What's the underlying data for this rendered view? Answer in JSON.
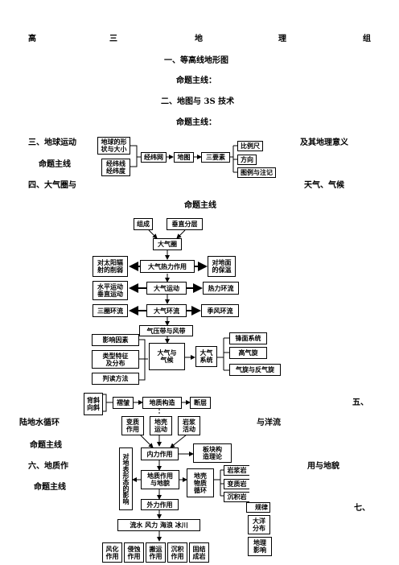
{
  "header": {
    "chars": [
      "高",
      "三",
      "地",
      "理",
      "组"
    ]
  },
  "sections": {
    "s1_title": "一、等高线地形图",
    "s1_line": "命题主线：",
    "s2_title": "二、地图与 3S 技术",
    "s2_line": "命题主线：",
    "s3_left": "三、地球运动",
    "s3_right": "及其地理意义",
    "s3_line": "命题主线",
    "s4_left": "四、大气圈与",
    "s4_right": "天气、气候",
    "s4_line": "命题主线",
    "s5_right": "五、",
    "s5_left": "陆地水循环",
    "s5_mid": "与洋流",
    "s5_line": "命题主线",
    "s6_left": "六、地质作",
    "s6_right": "用与地貌",
    "s6_line": "命题主线",
    "s7_right": "七、"
  },
  "map_diagram": {
    "shape_size": "地球的形\n状与大小",
    "lonlat": "经纬线\n经纬度",
    "grid": "经纬网",
    "map": "地图",
    "three": "三要素",
    "scale": "比例尺",
    "direction": "方向",
    "legend": "图例与注记"
  },
  "atmo_diagram": {
    "composition": "组成",
    "vertical": "垂直分层",
    "atmosphere": "大气圈",
    "solar_weaken": "对太阳辐\n射的削弱",
    "thermal": "大气热力作用",
    "ground_keep": "对地面\n的保温",
    "hv_motion": "水平运动\n垂直运动",
    "motion": "大气运动",
    "thermal_circ": "热力环流",
    "three_circ": "三圈环流",
    "circulation": "大气环流",
    "monsoon": "季风环流",
    "pressure_belt": "气压带与风带",
    "factors": "影响因素",
    "types": "类型特征\n及分布",
    "judge": "判读方法",
    "weather_climate": "大气与\n气候",
    "atmo_system": "大气\n系统",
    "front": "锋面系统",
    "cyclone": "高气旋",
    "cyclone_anti": "气旋与反气旋"
  },
  "geo_diagram": {
    "anticline": "背斜\n向斜",
    "fold": "褶皱",
    "structure": "地质构造",
    "fault": "断层",
    "metamorph": "变质\n作用",
    "crust_move": "地壳\n运动",
    "magma": "岩浆\n活动",
    "internal": "内力作用",
    "plate": "板块构\n造理论",
    "vertical_text": "对地表形态的影响",
    "landform": "地质作用\n与地貌",
    "material_cycle": "地壳\n物质\n循环",
    "magmatic_rock": "岩浆岩",
    "metamorphic_rock": "变质岩",
    "sedimentary_rock": "沉积岩",
    "external": "外力作用",
    "agents": "流水  风力  海浪  冰川",
    "weathering": "风化\n作用",
    "erosion": "侵蚀\n作用",
    "transport": "搬运\n作用",
    "deposition": "沉积\n作用",
    "consolidation": "固结\n成岩",
    "law": "规律",
    "ocean_dist": "大洋\n分布",
    "geo_impact": "地理\n影响"
  }
}
